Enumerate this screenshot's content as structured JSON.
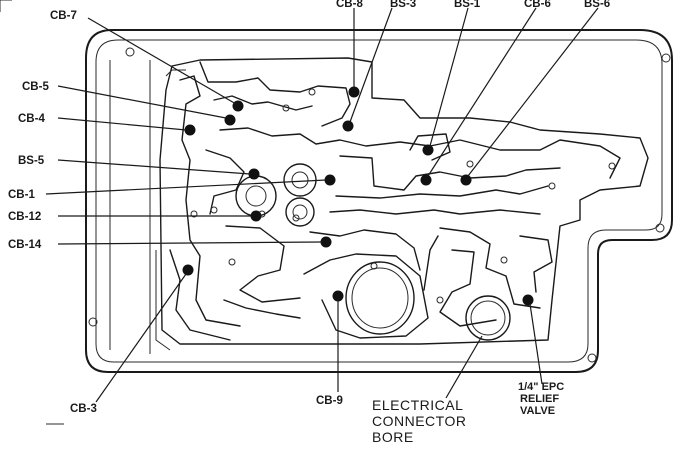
{
  "figure": {
    "top_labels": [
      "CB-8",
      "BS-3",
      "BS-1",
      "CB-6",
      "BS-6",
      "CB-7"
    ],
    "left_labels": [
      "CB-5",
      "CB-4",
      "BS-5",
      "CB-1",
      "CB-12",
      "CB-14"
    ],
    "bottom_labels": {
      "cb3": "CB-3",
      "cb9": "CB-9",
      "connector_line1": "ELECTRICAL",
      "connector_line2": "CONNECTOR",
      "connector_line3": "BORE",
      "epc_line1": "1/4\" EPC",
      "epc_line2": "RELIEF",
      "epc_line3": "VALVE"
    }
  }
}
